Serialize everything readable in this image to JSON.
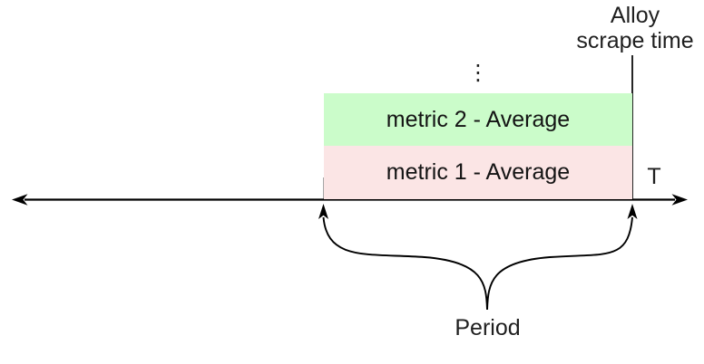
{
  "diagram": {
    "scrape_label": {
      "line1": "Alloy",
      "line2": "scrape time"
    },
    "ellipsis": "⋮",
    "bars": [
      {
        "label": "metric 2 - Average",
        "color": "#cbfcca"
      },
      {
        "label": "metric 1 - Average",
        "color": "#fbe5e5"
      }
    ],
    "axis_label": "T",
    "period_label": "Period",
    "colors": {
      "metric2_fill": "#cbfcca",
      "metric1_fill": "#fbe5e5",
      "line": "#000000",
      "text": "#1f1f1f"
    }
  }
}
